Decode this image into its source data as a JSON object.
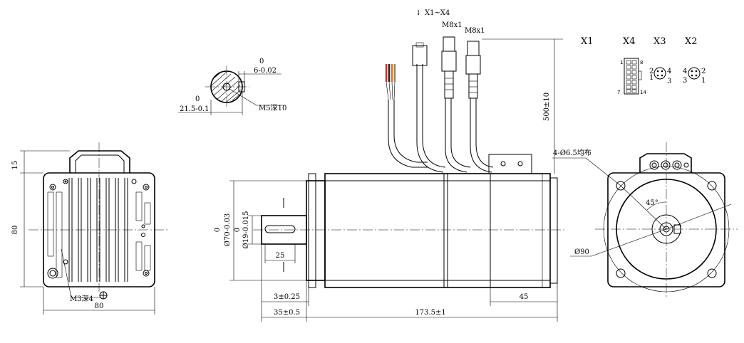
{
  "connector_labels": {
    "x1_x4": "X1~X4",
    "m8_a": "M8x1",
    "m8_b": "M8x1",
    "x1": "X1",
    "x4": "X4",
    "x3": "X3",
    "x2": "X2"
  },
  "x4_pins": {
    "p1": "1",
    "p8": "8",
    "p7": "7",
    "p14": "14"
  },
  "x3_pins": {
    "p2": "2",
    "p4": "4",
    "p1": "1",
    "p3": "3"
  },
  "x2_pins": {
    "p4": "4",
    "p2": "2",
    "p3": "3",
    "p1": "1"
  },
  "shaft_section": {
    "key_tol_top": "0",
    "key_width": "6-0.02",
    "dia_tol_top": "0",
    "dia_value": "21.5-0.1",
    "thread": "M5深10"
  },
  "rear_view": {
    "height_15": "15",
    "height_80": "80",
    "width_80": "80",
    "screw": "M3深4"
  },
  "side_view": {
    "cable_length": "500±10",
    "flange_tol_top": "0",
    "flange_dia": "Ø70-0.03",
    "shaft_tol_top": "0",
    "shaft_dia": "Ø19-0.015",
    "shaft_len_25": "25",
    "flange_thk": "3±0.25",
    "shaft_total": "35±0.5",
    "body_len": "173.5±1",
    "rear_len": "45"
  },
  "front_view": {
    "holes": "4-Ø6.5均布",
    "pcd": "Ø90",
    "angle": "45°"
  }
}
